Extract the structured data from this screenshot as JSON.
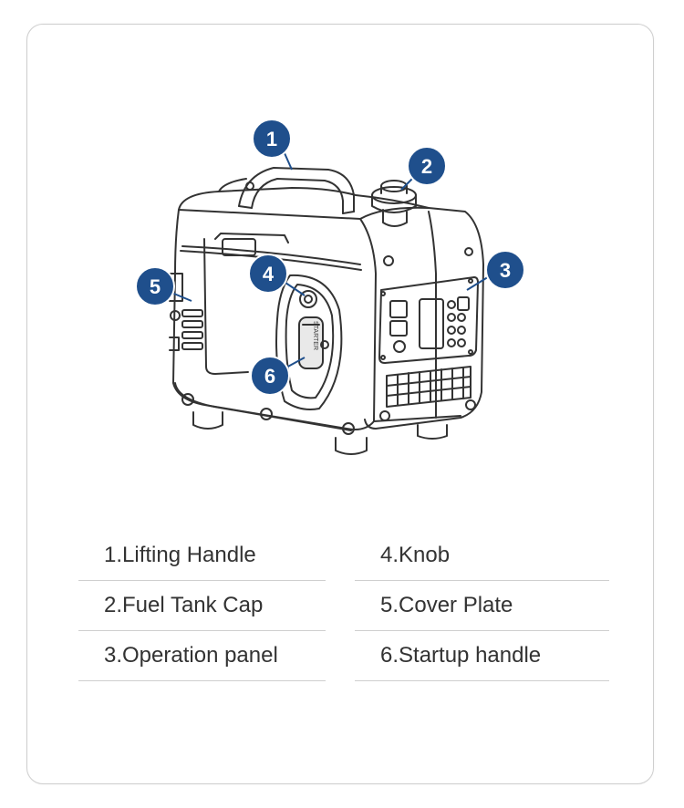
{
  "callouts": [
    {
      "number": "1",
      "target": "lifting-handle"
    },
    {
      "number": "2",
      "target": "fuel-tank-cap"
    },
    {
      "number": "3",
      "target": "operation-panel"
    },
    {
      "number": "4",
      "target": "knob"
    },
    {
      "number": "5",
      "target": "cover-plate"
    },
    {
      "number": "6",
      "target": "startup-handle"
    }
  ],
  "generator": {
    "starter_label": "STARTER"
  },
  "legend": {
    "rows": [
      {
        "left": "1.Lifting Handle",
        "right": "4.Knob"
      },
      {
        "left": "2.Fuel Tank Cap",
        "right": "5.Cover Plate"
      },
      {
        "left": "3.Operation panel",
        "right": "6.Startup handle"
      }
    ]
  },
  "colors": {
    "callout": "#1f4f8c",
    "line_art": "#333333",
    "divider": "#cfcfcf"
  }
}
